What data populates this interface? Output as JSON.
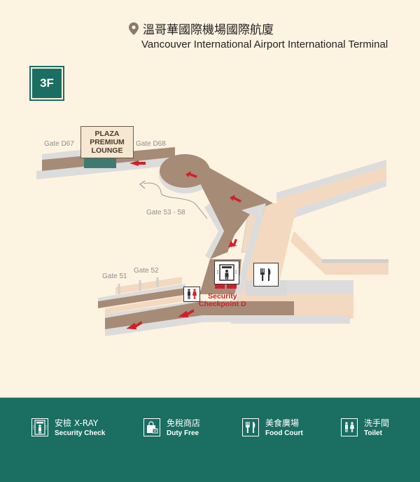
{
  "header": {
    "title_zh": "溫哥華國際機場國際航廈",
    "title_en": "Vancouver International Airport International Terminal",
    "icon": "location-pin-icon"
  },
  "floor": {
    "label": "3F"
  },
  "map": {
    "gates": [
      {
        "label": "Gate D67"
      },
      {
        "label": "Gate D68"
      },
      {
        "label": "Gate 53 - 58"
      },
      {
        "label": "Gate 51"
      },
      {
        "label": "Gate 52"
      }
    ],
    "lounge": {
      "line1": "PLAZA",
      "line2": "PREMIUM",
      "line3": "LOUNGE"
    },
    "security": {
      "line1": "Security",
      "line2": "Checkpoint D"
    },
    "poi_icons": [
      "security-xray-icon",
      "food-court-icon",
      "toilet-icon"
    ],
    "colors": {
      "corridor": "#a68b77",
      "floor_light": "#f3d9bf",
      "wall": "#dcdcdc",
      "arrow": "#d0202a",
      "lounge_block": "#3f7a70"
    }
  },
  "legend": {
    "background": "#1a6e62",
    "items": [
      {
        "zh": "安檢 X-RAY",
        "en": "Security Check",
        "icon": "security-xray-icon"
      },
      {
        "zh": "免稅商店",
        "en": "Duty Free",
        "icon": "duty-free-bag-icon"
      },
      {
        "zh": "美食廣場",
        "en": "Food Court",
        "icon": "food-court-icon"
      },
      {
        "zh": "洗手間",
        "en": "Toilet",
        "icon": "toilet-icon"
      }
    ]
  }
}
